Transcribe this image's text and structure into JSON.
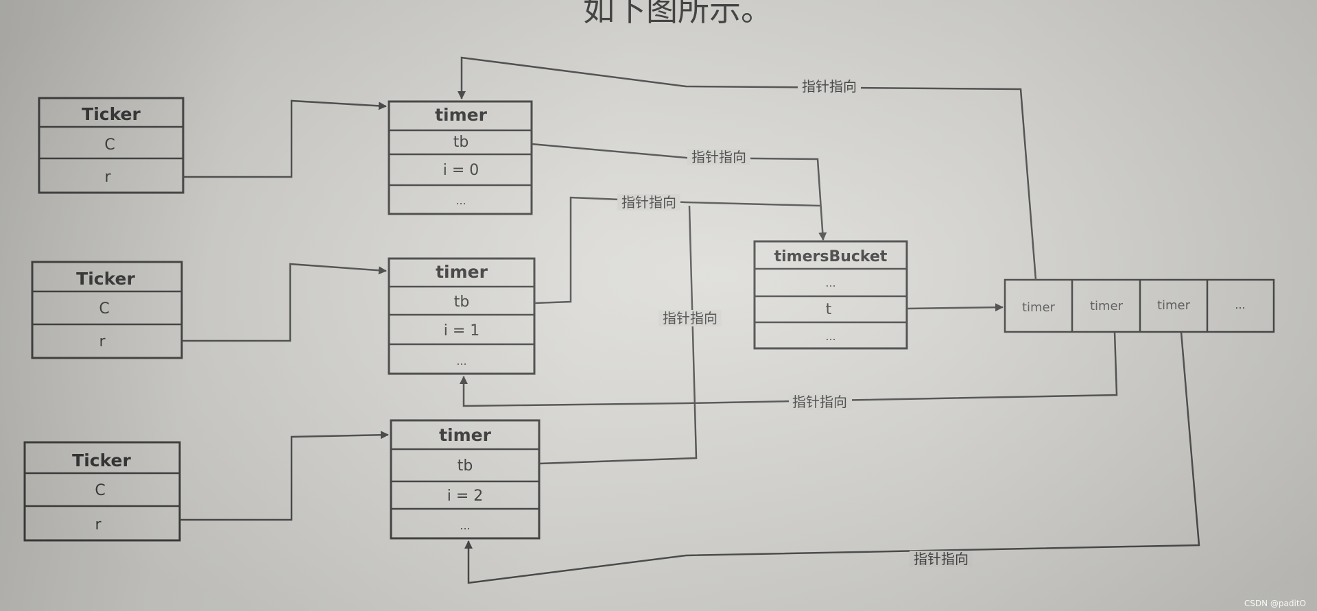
{
  "heading_fragment": "如下图所示。",
  "tickers": [
    {
      "title": "Ticker",
      "field_c": "C",
      "field_r": "r"
    },
    {
      "title": "Ticker",
      "field_c": "C",
      "field_r": "r"
    },
    {
      "title": "Ticker",
      "field_c": "C",
      "field_r": "r"
    }
  ],
  "timers": [
    {
      "title": "timer",
      "field_tb": "tb",
      "field_i": "i = 0",
      "field_more": "..."
    },
    {
      "title": "timer",
      "field_tb": "tb",
      "field_i": "i = 1",
      "field_more": "..."
    },
    {
      "title": "timer",
      "field_tb": "tb",
      "field_i": "i = 2",
      "field_more": "..."
    }
  ],
  "bucket": {
    "title": "timersBucket",
    "row1": "...",
    "row2": "t",
    "row3": "..."
  },
  "timer_array": [
    "timer",
    "timer",
    "timer",
    "..."
  ],
  "pointer_labels": {
    "top": "指针指向",
    "timer0_tb": "指针指向",
    "timer1_tb": "指针指向",
    "timer2_tb": "指针指向",
    "to_timer1": "指针指向",
    "to_timer2": "指针指向"
  },
  "watermark": "CSDN @paditO"
}
